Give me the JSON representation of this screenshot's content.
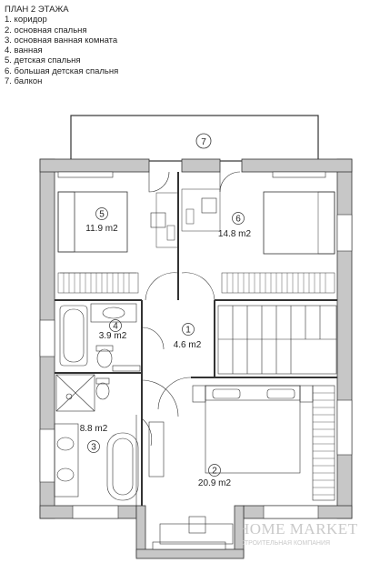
{
  "legend": {
    "title": "ПЛАН 2 ЭТАЖА",
    "items": [
      "1. коридор",
      "2. основная спальня",
      "3. основная ванная комната",
      "4. ванная",
      "5. детская спальня",
      "6. большая детская спальня",
      "7. балкон"
    ]
  },
  "rooms": {
    "r1": {
      "num": "1",
      "area": "4.6 m2"
    },
    "r2": {
      "num": "2",
      "area": "20.9 m2"
    },
    "r3": {
      "num": "3",
      "area": "8.8 m2"
    },
    "r4": {
      "num": "4",
      "area": "3.9 m2"
    },
    "r5": {
      "num": "5",
      "area": "11.9 m2"
    },
    "r6": {
      "num": "6",
      "area": "14.8 m2"
    },
    "r7": {
      "num": "7"
    }
  },
  "watermark": {
    "brand": "HOME MARKET",
    "tagline": "СТРОИТЕЛЬНАЯ КОМПАНИЯ"
  },
  "colors": {
    "wall": "#c7c7c7",
    "line": "#333333"
  }
}
